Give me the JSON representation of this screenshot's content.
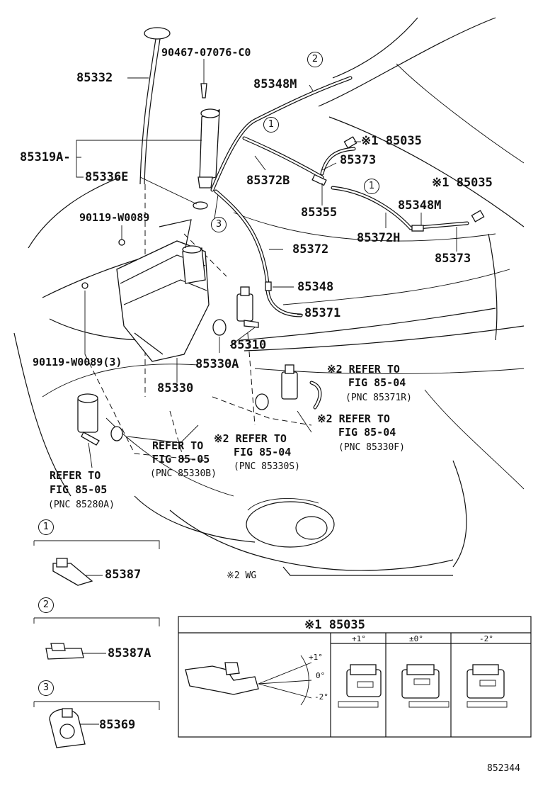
{
  "labels": {
    "p85332": "85332",
    "p90467": "90467-07076-C0",
    "p85348M_a": "85348M",
    "p85035_a": "※1 85035",
    "p85319A": "85319A-",
    "p85336E": "85336E",
    "p85373_a": "85373",
    "p85372B": "85372B",
    "p85035_b": "※1 85035",
    "p90119_a": "90119-W0089",
    "p85355": "85355",
    "p85348M_b": "85348M",
    "p85372H": "85372H",
    "p85373_b": "85373",
    "p85372": "85372",
    "p85348": "85348",
    "p85371": "85371",
    "p85310": "85310",
    "p85330A": "85330A",
    "p90119_b": "90119-W0089(3)",
    "p85330": "85330",
    "ref1_a": "※2 REFER TO",
    "ref1_b": "FIG 85-04",
    "ref1_c": "(PNC 85371R)",
    "ref2_a": "※2 REFER TO",
    "ref2_b": "FIG 85-04",
    "ref2_c": "(PNC 85330F)",
    "ref3_a": "※2 REFER TO",
    "ref3_b": "FIG 85-04",
    "ref3_c": "(PNC 85330S)",
    "ref4_a": "REFER TO",
    "ref4_b": "FIG 85-05",
    "ref4_c": "(PNC 85330B)",
    "ref5_a": "REFER TO",
    "ref5_b": "FIG 85-05",
    "ref5_c": "(PNC 85280A)",
    "p85387": "85387",
    "p85387A": "85387A",
    "p85369": "85369",
    "note_wg": "※2 WG",
    "callout_1": "1",
    "callout_2": "2",
    "callout_3": "3",
    "fig_no": "852344"
  },
  "inset": {
    "title": "※1 85035",
    "cols": [
      "+1°",
      "±0°",
      "-2°"
    ],
    "angle_plus": "+1°",
    "angle_zero": "0°",
    "angle_minus": "-2°"
  }
}
